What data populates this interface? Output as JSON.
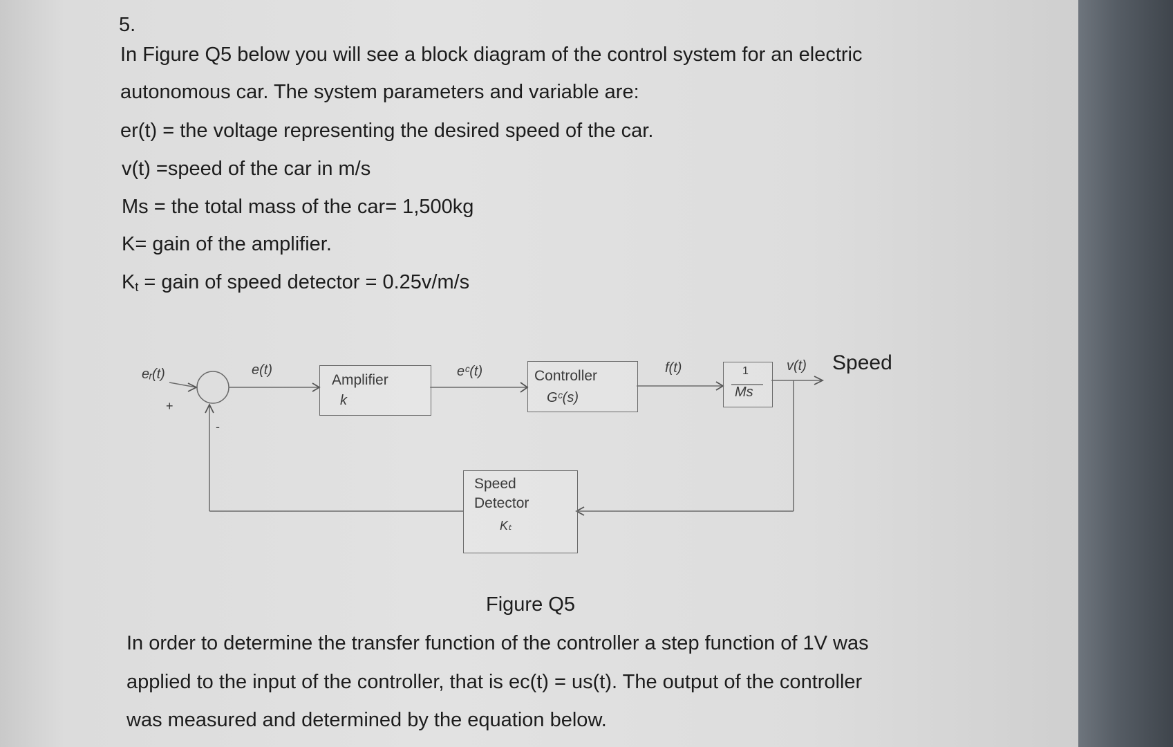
{
  "question": {
    "number": "5.",
    "intro_line1": "In Figure Q5 below you will see a block diagram of the control system for an electric",
    "intro_line2": "autonomous car. The system parameters and variable are:",
    "param_er": "er(t) = the voltage representing the desired speed of the car.",
    "param_v": "v(t) =speed of the car in m/s",
    "param_ms": "Ms = the total mass of the car= 1,500kg",
    "param_k": "K= gain of the amplifier.",
    "param_kt_prefix": "K",
    "param_kt_sub": "t",
    "param_kt_rest": " = gain of speed detector = 0.25v/m/s",
    "caption": "Figure Q5",
    "body_line1": "In order to determine the transfer function of the controller a step function of 1V was",
    "body_line2": "applied to the input of the controller, that is ec(t) = us(t). The output of the controller",
    "body_line3": "was measured and determined by the equation below."
  },
  "diagram": {
    "input_signal": "eᵣ(t)",
    "plus_sign": "+",
    "minus_sign": "-",
    "error_signal": "e(t)",
    "amplifier_label": "Amplifier",
    "amplifier_gain": "k",
    "controller_input": "eᶜ(t)",
    "controller_label": "Controller",
    "controller_tf": "Gᶜ(s)",
    "force_signal": "f(t)",
    "plant_numerator": "1",
    "plant_denominator": "Ms",
    "output_signal": "v(t)",
    "output_name": "Speed",
    "detector_line1": "Speed",
    "detector_line2": "Detector",
    "detector_gain": "Kₜ"
  }
}
